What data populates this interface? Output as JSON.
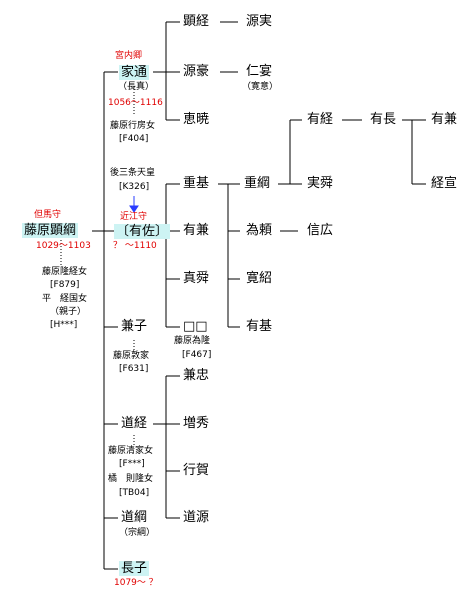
{
  "root": {
    "title": "但馬守",
    "name": "藤原顕綱",
    "dates": "1029〜1103",
    "mother1": "藤原隆経女",
    "mother1_code": "[F879]",
    "mother2": "平　経国女",
    "mother2_note": "（親子）",
    "mother2_code": "[H***]"
  },
  "ietsugu": {
    "title": "宮内卿",
    "name": "家通",
    "alias": "（長真）",
    "dates": "1056〜1116",
    "mother": "藤原行房女",
    "mother_code": "[F404]"
  },
  "arisuke": {
    "sponsor": "後三条天皇",
    "sponsor_code": "[K326]",
    "title": "近江守",
    "name": "〔有佐〕",
    "dates": "？ 〜1110"
  },
  "kaneko": {
    "name": "兼子",
    "mother": "藤原敦家",
    "mother_code": "[F631]"
  },
  "michitsune": {
    "name": "道経",
    "mother1": "藤原清家女",
    "mother1_code": "[F***]",
    "mother2": "橘　則隆女",
    "mother2_code": "[TB04]"
  },
  "michitsuna": {
    "name": "道綱",
    "alias": "（宗綱）"
  },
  "choko": {
    "name": "長子",
    "dates": "1079〜 ？"
  },
  "gen3": {
    "akitsune": "顕経",
    "genshin": "源豪",
    "keigyo": "恵暁",
    "shigemoto": "重基",
    "arikane": "有兼",
    "sanenori": "真舜",
    "unknown": "□□",
    "unknown_mother": "藤原為隆",
    "unknown_code": "[F467]",
    "kanetada": "兼忠",
    "zoshu": "増秀",
    "gyoga": "行賀",
    "dogen": "道源"
  },
  "gen4": {
    "genjitsu": "源実",
    "ningo": "仁宴",
    "ningo_alias": "（寛意）",
    "shigetsuna": "重綱",
    "tameyori": "為頼",
    "kansho": "寛紹",
    "arimoto": "有基"
  },
  "gen5": {
    "aritsune": "有経",
    "sanenori2": "実舜",
    "nobuhiro": "信広"
  },
  "gen6": {
    "arinaga": "有長"
  },
  "gen7": {
    "arikane2": "有兼",
    "tsunenobu": "経宣"
  }
}
